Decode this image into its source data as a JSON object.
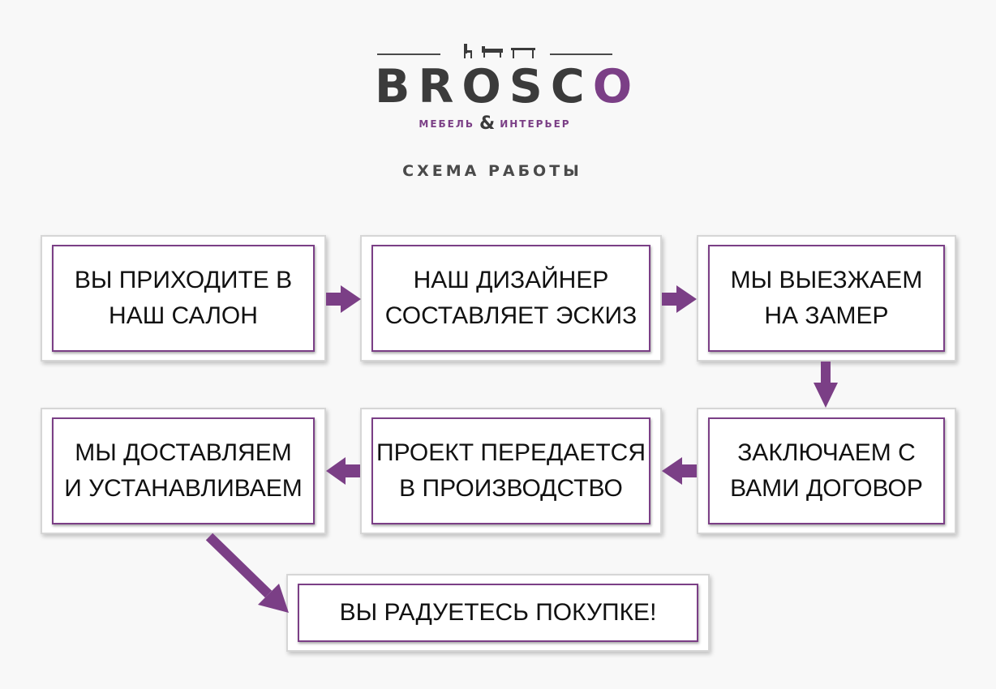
{
  "logo": {
    "brand_main": "BROSC",
    "brand_accent": "O",
    "subtitle_left": "МЕБЕЛЬ",
    "subtitle_amp": "&",
    "subtitle_right": "ИНТЕРЬЕР",
    "icon": "furniture-silhouettes-icon"
  },
  "title": "СХЕМА РАБОТЫ",
  "steps": [
    {
      "label": "ВЫ ПРИХОДИТЕ В\nНАШ САЛОН"
    },
    {
      "label": "НАШ ДИЗАЙНЕР\nСОСТАВЛЯЕТ ЭСКИЗ"
    },
    {
      "label": "МЫ ВЫЕЗЖАЕМ\nНА ЗАМЕР"
    },
    {
      "label": "ЗАКЛЮЧАЕМ С\nВАМИ ДОГОВОР"
    },
    {
      "label": "ПРОЕКТ ПЕРЕДАЕТСЯ\nВ ПРОИЗВОДСТВО"
    },
    {
      "label": "МЫ ДОСТАВЛЯЕМ\nИ УСТАНАВЛИВАЕМ"
    },
    {
      "label": "ВЫ РАДУЕТЕСЬ ПОКУПКЕ!"
    }
  ],
  "colors": {
    "accent": "#7b3f86",
    "text": "#111111",
    "logo_dark": "#3b3b3b",
    "background": "#f8f8f8"
  }
}
